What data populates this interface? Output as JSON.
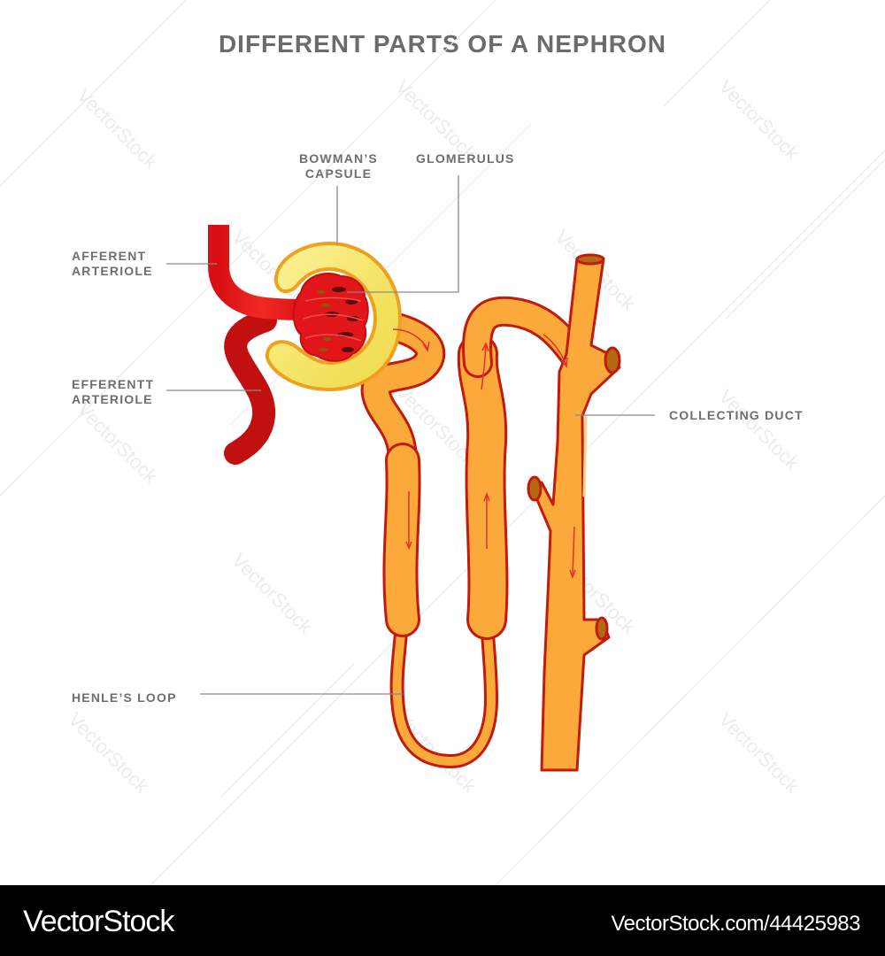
{
  "title": "DIFFERENT PARTS OF A NEPHRON",
  "labels": {
    "bowmans_capsule": [
      "BOWMAN’S",
      "CAPSULE"
    ],
    "glomerulus": [
      "GLOMERULUS"
    ],
    "afferent_arteriole": [
      "AFFERENT",
      "ARTERIOLE"
    ],
    "efferent_arteriole": [
      "EFFERENTT",
      "ARTERIOLE"
    ],
    "collecting_duct": [
      "COLLECTING DUCT"
    ],
    "henles_loop": [
      "HENLE’S LOOP"
    ]
  },
  "colors": {
    "label_text": "#6e6e6e",
    "leader_line": "#8a8a8a",
    "afferent": "#e8191c",
    "efferent": "#c0100f",
    "capsule_fill": "#f5e77a",
    "capsule_stroke": "#f0a020",
    "tubule_fill": "#fba93b",
    "tubule_stroke": "#c21a0c",
    "duct_opening": "#b36a10",
    "flow_arrow": "#e5302a",
    "footer_bg": "#000000"
  },
  "watermark": "VectorStock",
  "footer": {
    "brand": "VectorStock",
    "url": "VectorStock.com/44425983"
  }
}
